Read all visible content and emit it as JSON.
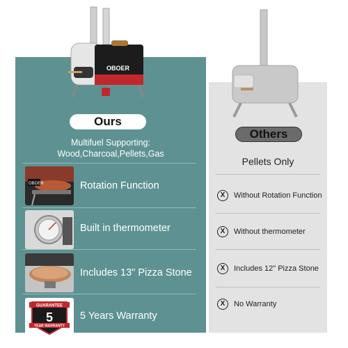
{
  "left": {
    "badge": "Ours",
    "brand": "OBOER",
    "multifuel_line1": "Multifuel Supporting:",
    "multifuel_line2": "Wood,Charcoal,Pellets,Gas",
    "features": [
      {
        "label": "Rotation Function"
      },
      {
        "label": "Built in thermometer"
      },
      {
        "label": "Includes 13\" Pizza Stone"
      },
      {
        "label": "5 Years Warranty"
      }
    ],
    "warranty_badge": {
      "top": "GUARANTEE",
      "number": "5",
      "bottom": "YEAR WARRANTY"
    }
  },
  "right": {
    "badge": "Others",
    "pellets": "Pellets Only",
    "items": [
      {
        "label": "Without Rotation Function"
      },
      {
        "label": "Without thermometer"
      },
      {
        "label": "Includes 12\" Pizza Stone"
      },
      {
        "label": "No Warranty"
      }
    ],
    "x_glyph": "X"
  },
  "colors": {
    "teal": "#5e9292",
    "grey_panel": "#e3e3e3",
    "oven_red": "#c0282d"
  }
}
